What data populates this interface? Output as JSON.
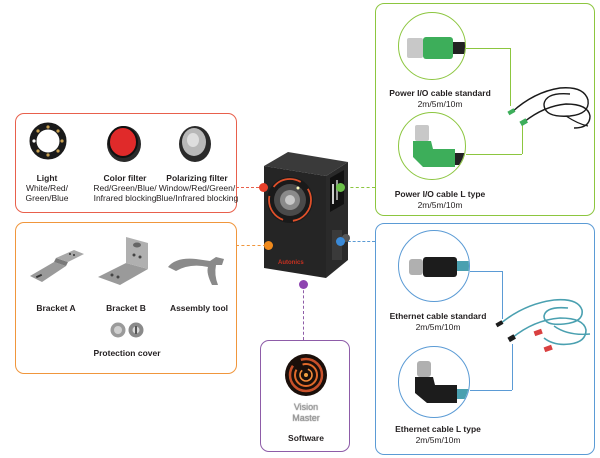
{
  "colors": {
    "optics": "#e8604c",
    "mounting": "#f0963c",
    "power": "#8cc63f",
    "ethernet": "#5b9bd5",
    "software": "#8e5ca8"
  },
  "center": {
    "product": "Vision sensor camera",
    "brand_text": "Autonics",
    "icon": "camera-icon"
  },
  "optics": {
    "items": [
      {
        "title": "Light",
        "desc": [
          "White/Red/",
          "Green/Blue"
        ],
        "icon": "led-ring-light-icon"
      },
      {
        "title": "Color filter",
        "desc": [
          "Red/Green/Blue/",
          "Infrared blocking"
        ],
        "icon": "color-filter-icon"
      },
      {
        "title": "Polarizing filter",
        "desc": [
          "Window/Red/Green/",
          "Blue/Infrared blocking"
        ],
        "icon": "polarizing-filter-icon"
      }
    ]
  },
  "mounting": {
    "items": [
      {
        "title": "Bracket A",
        "icon": "bracket-a-icon"
      },
      {
        "title": "Bracket B",
        "icon": "bracket-b-icon"
      },
      {
        "title": "Assembly tool",
        "icon": "assembly-tool-icon"
      },
      {
        "title": "Protection cover",
        "icon": "protection-cover-icon"
      }
    ]
  },
  "power": {
    "items": [
      {
        "title": "Power I/O cable standard",
        "desc": "2m/5m/10m",
        "icon": "power-cable-straight-icon"
      },
      {
        "title": "Power I/O cable L type",
        "desc": "2m/5m/10m",
        "icon": "power-cable-l-icon"
      }
    ],
    "cable_icon": "power-cable-coil-icon"
  },
  "ethernet": {
    "items": [
      {
        "title": "Ethernet cable standard",
        "desc": "2m/5m/10m",
        "icon": "ethernet-cable-straight-icon"
      },
      {
        "title": "Ethernet cable L type",
        "desc": "2m/5m/10m",
        "icon": "ethernet-cable-l-icon"
      }
    ],
    "cable_icon": "ethernet-cable-coil-icon"
  },
  "software": {
    "logo_line1": "Vision",
    "logo_line2": "Master",
    "title": "Software",
    "icon": "vision-master-logo-icon"
  }
}
